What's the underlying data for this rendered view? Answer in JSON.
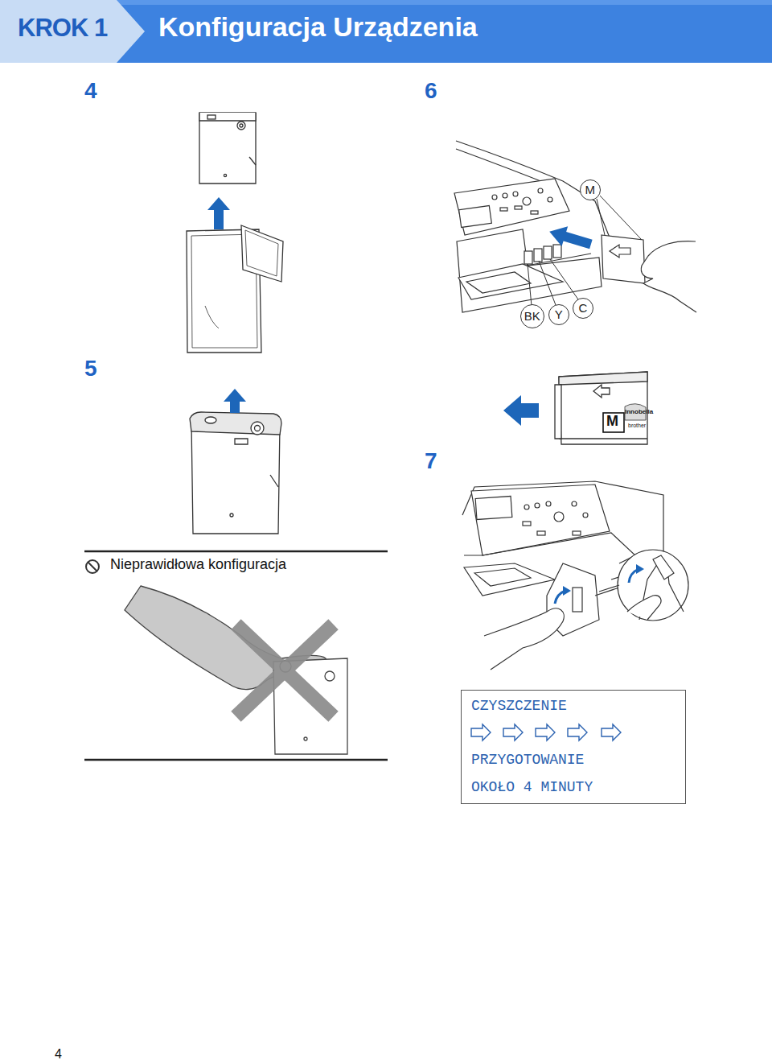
{
  "diagram": {
    "title": "Konfiguracja Urządzenia",
    "nodes": [
      {
        "text": [
          "KROK 1"
        ]
      },
      {
        "text": [
          "M"
        ]
      },
      {
        "text": [
          "BK"
        ]
      },
      {
        "text": [
          "Y"
        ]
      },
      {
        "text": [
          "C"
        ]
      },
      {
        "text": [
          "CZYSZCZENIE",
          "PRZYGOTOWANIE",
          "OKOŁO 4 MINUTY"
        ]
      }
    ],
    "labels": [
      "4",
      "6",
      "5",
      "7",
      "Nieprawidłowa konfiguracja",
      "M",
      "Innobella",
      "brother",
      "4"
    ]
  }
}
